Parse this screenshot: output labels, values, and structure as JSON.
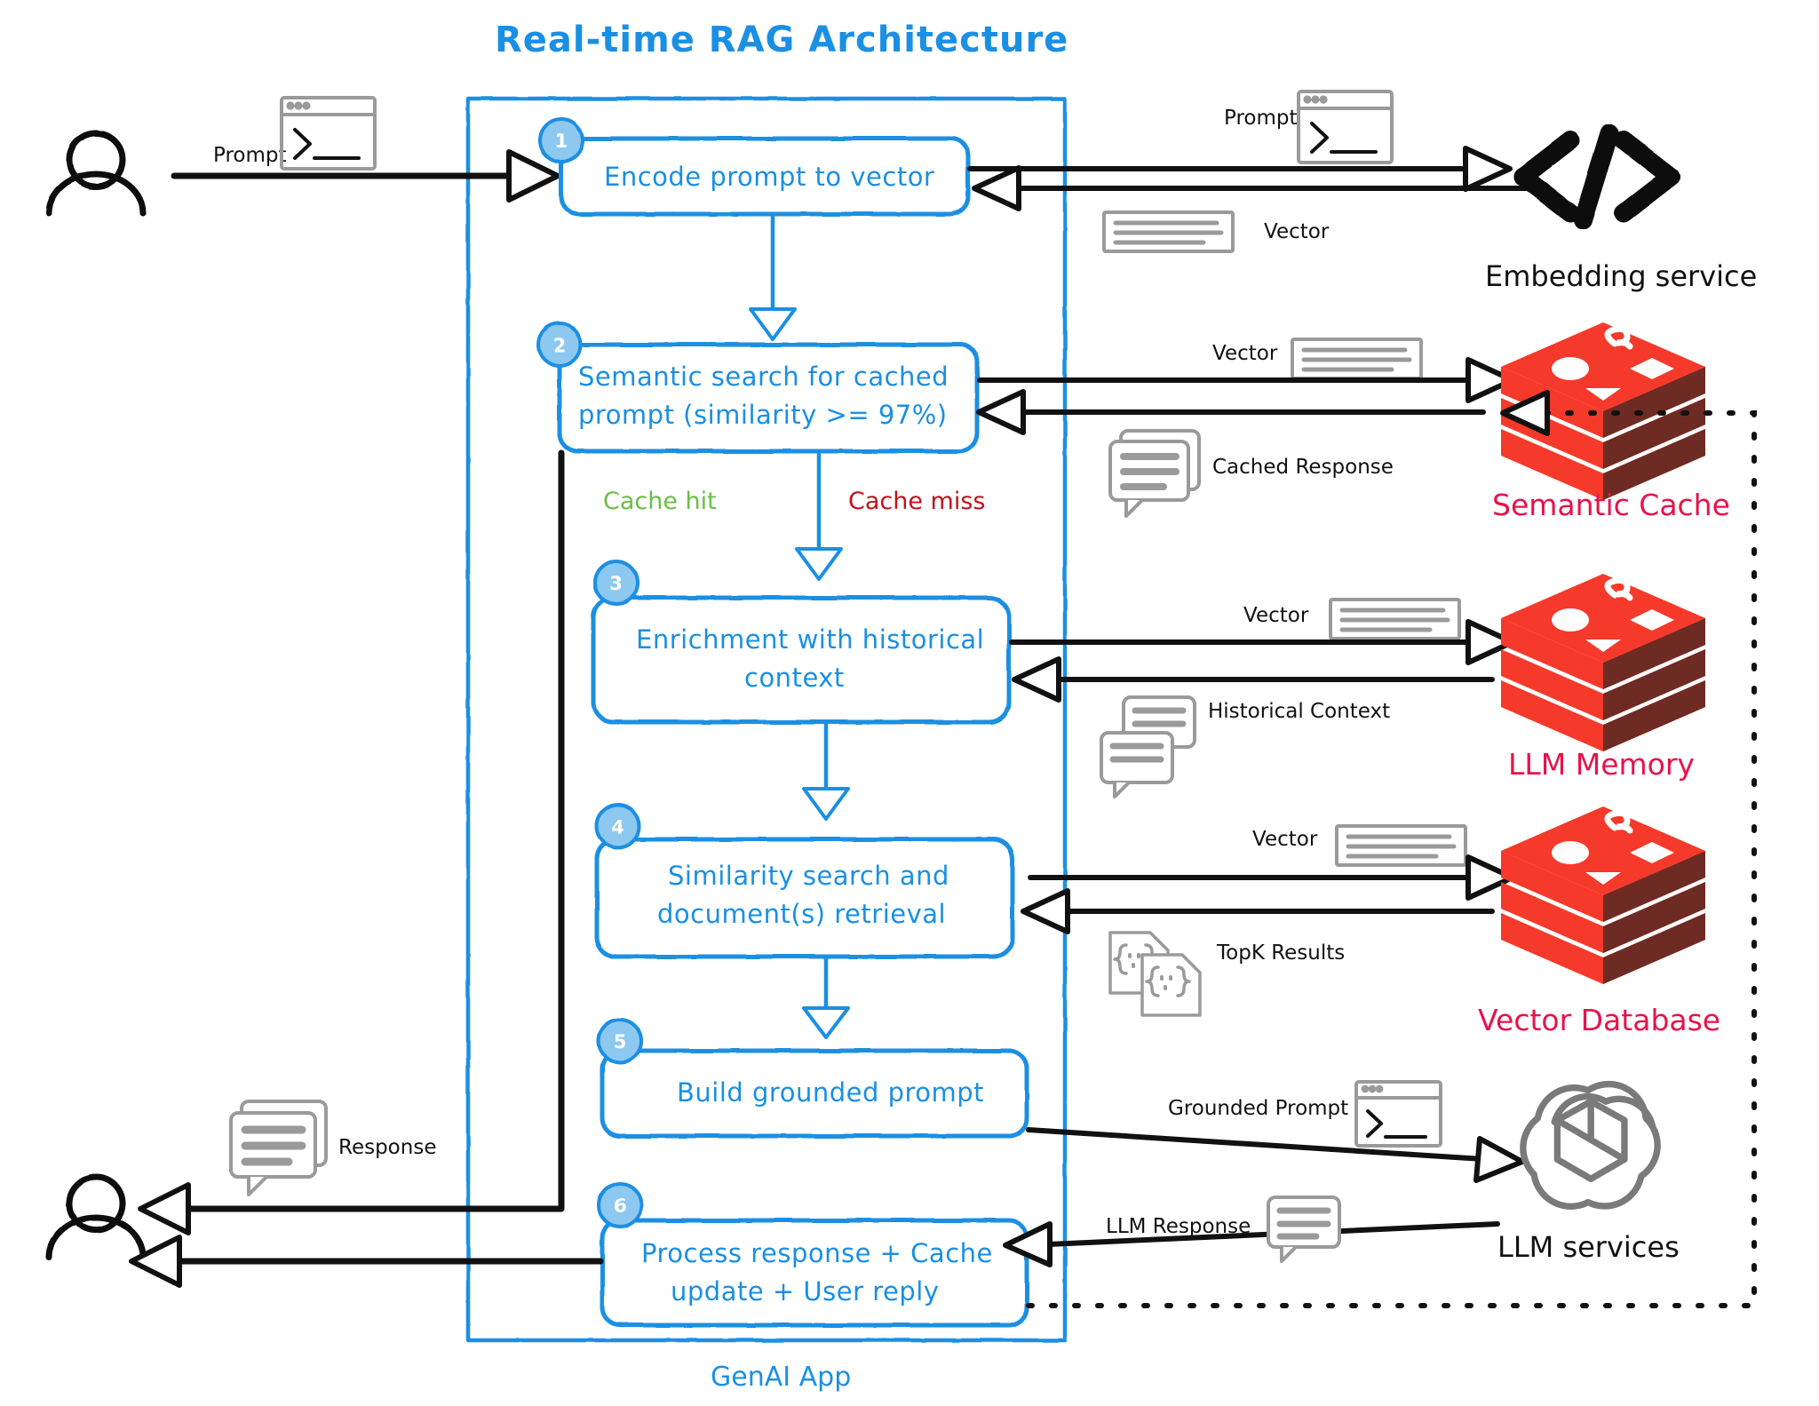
{
  "title": "Real-time RAG Architecture",
  "app_container": {
    "label": "GenAI App",
    "accent_color": "#1a8fe3"
  },
  "steps": [
    {
      "num": "1",
      "label": "Encode prompt to vector"
    },
    {
      "num": "2",
      "label": "Semantic search for cached prompt (similarity >= 97%)"
    },
    {
      "num": "3",
      "label": "Enrichment with historical context"
    },
    {
      "num": "4",
      "label": "Similarity search and document(s) retrieval"
    },
    {
      "num": "5",
      "label": "Build grounded prompt"
    },
    {
      "num": "6",
      "label": "Process response + Cache update + User reply"
    }
  ],
  "step_lines": {
    "s1": [
      "Encode prompt to vector"
    ],
    "s2": [
      "Semantic search for cached",
      "prompt (similarity >= 97%)"
    ],
    "s3": [
      "Enrichment with historical",
      "context"
    ],
    "s4": [
      "Similarity search and",
      "document(s) retrieval"
    ],
    "s5": [
      "Build grounded prompt"
    ],
    "s6": [
      "Process response + Cache",
      "update + User reply"
    ]
  },
  "branches": {
    "hit": {
      "label": "Cache hit",
      "color": "#6cbe45"
    },
    "miss": {
      "label": "Cache miss",
      "color": "#c0131b"
    }
  },
  "external_services": [
    {
      "name": "Embedding service",
      "icon": "code-brackets-icon",
      "color": "#111111"
    },
    {
      "name": "Semantic Cache",
      "icon": "redis-stack-icon",
      "color": "#e8124a"
    },
    {
      "name": "LLM Memory",
      "icon": "redis-stack-icon",
      "color": "#e8124a"
    },
    {
      "name": "Vector Database",
      "icon": "redis-stack-icon",
      "color": "#e8124a"
    },
    {
      "name": "LLM services",
      "icon": "openai-knot-icon",
      "color": "#111111"
    }
  ],
  "edge_labels": {
    "prompt_user": "Prompt",
    "prompt_embed": "Prompt",
    "vector_embed": "Vector",
    "vector_cache": "Vector",
    "cached_response": "Cached Response",
    "vector_memory": "Vector",
    "historical_context": "Historical Context",
    "vector_vectordb": "Vector",
    "topk_results": "TopK Results",
    "grounded_prompt": "Grounded Prompt",
    "llm_response": "LLM Response",
    "response_user": "Response"
  },
  "icons": {
    "user": "user-avatar-icon",
    "terminal": "terminal-window-icon",
    "document_lines": "document-lines-icon",
    "chat_bubbles": "chat-bubbles-icon",
    "json_docs": "json-documents-icon",
    "arrow_open": "open-arrowhead-icon"
  },
  "colors": {
    "blue": "#1a8fe3",
    "badge_blue": "#8dc8f0",
    "red_store": "#e8124a",
    "redis_top": "#f5392a",
    "redis_side": "#6e2b24",
    "green": "#6cbe45",
    "dark_red": "#c0131b",
    "gray_icon": "#9a9a9a",
    "black": "#111111"
  }
}
